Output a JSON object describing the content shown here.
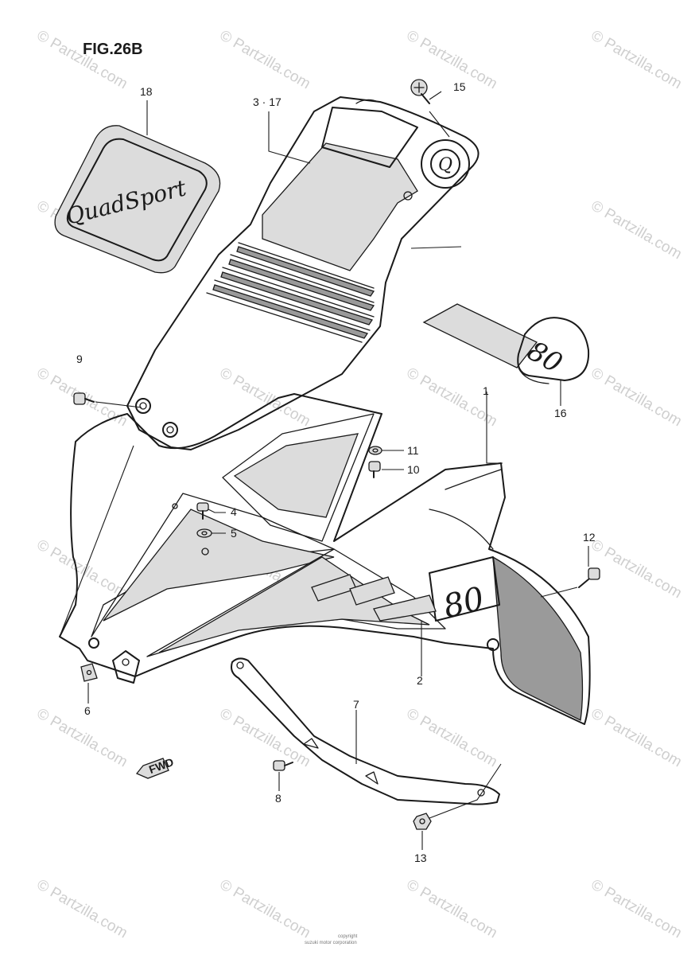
{
  "figure": {
    "title": "FIG.26B"
  },
  "callouts": {
    "c1": "1",
    "c2": "2",
    "c3_17": "3 · 17",
    "c4": "4",
    "c5": "5",
    "c6": "6",
    "c7": "7",
    "c8": "8",
    "c9": "9",
    "c10": "10",
    "c11": "11",
    "c12": "12",
    "c13": "13",
    "c15": "15",
    "c16": "16",
    "c18": "18"
  },
  "decals": {
    "emblem_text": "QuadSport",
    "tank_badge": "Q",
    "model_number": "80",
    "direction_arrow": "FWD"
  },
  "watermark": {
    "text": "© Partzilla.com"
  },
  "footer": {
    "line1": "copyright",
    "line2": "suzuki motor corporation"
  },
  "colors": {
    "ink": "#1a1a1a",
    "watermark": "#cfcfcf",
    "background": "#ffffff"
  }
}
